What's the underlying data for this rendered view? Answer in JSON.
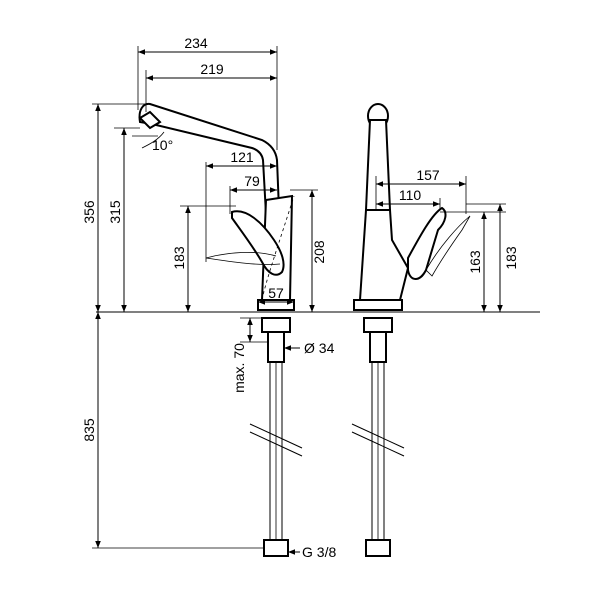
{
  "dimensions": {
    "d234": "234",
    "d219": "219",
    "d10": "10°",
    "d356": "356",
    "d315": "315",
    "d121": "121",
    "d79": "79",
    "d183_left": "183",
    "d208": "208",
    "d57": "57",
    "dmax70": "max. 70",
    "d34": "Ø 34",
    "d835": "835",
    "dg38": "G 3/8",
    "d157": "157",
    "d110": "110",
    "d163": "163",
    "d183_right": "183"
  }
}
